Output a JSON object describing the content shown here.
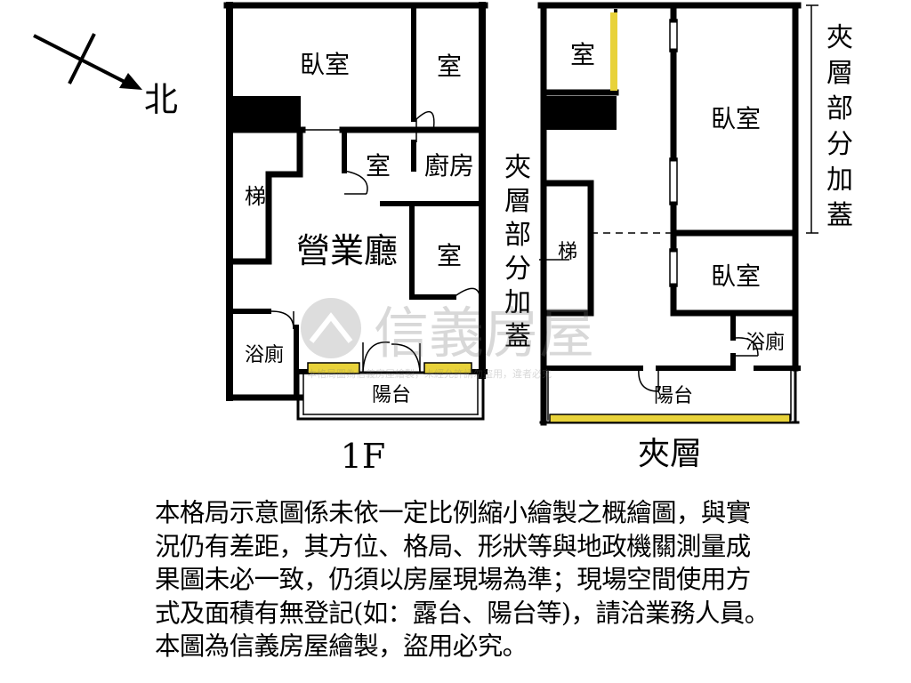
{
  "compass": {
    "north_label": "北"
  },
  "floor_1f": {
    "caption": "1F",
    "rooms": {
      "bedroom": "臥室",
      "room_top_right": "室",
      "room_middle": "室",
      "kitchen": "廚房",
      "stairs": "梯",
      "business_hall": "營業廳",
      "room_right": "室",
      "bathroom": "浴廁",
      "balcony": "陽台"
    }
  },
  "mezzanine": {
    "caption": "夾層",
    "rooms": {
      "room_top_left": "室",
      "bedroom_top": "臥室",
      "stairs": "梯",
      "bedroom_lower": "臥室",
      "bathroom": "浴廁",
      "balcony": "陽台"
    },
    "annotation_left": [
      "夾",
      "層",
      "部",
      "分",
      "加",
      "蓋"
    ],
    "annotation_right": [
      "夾",
      "層",
      "部",
      "分",
      "加",
      "蓋"
    ]
  },
  "watermark": {
    "brand": "信義房屋",
    "notice": "本格局圖為信義房屋繪製，未經允許請勿盜用，違者必究"
  },
  "disclaimer_lines": [
    "本格局示意圖係未依一定比例縮小繪製之概繪圖，與實",
    "況仍有差距，其方位、格局、形狀等與地政機關測量成",
    "果圖未必一致，仍須以房屋現場為準；現場空間使用方",
    "式及面積有無登記(如：露台、陽台等)，請洽業務人員。",
    "本圖為信義房屋繪製，盜用必究。"
  ]
}
